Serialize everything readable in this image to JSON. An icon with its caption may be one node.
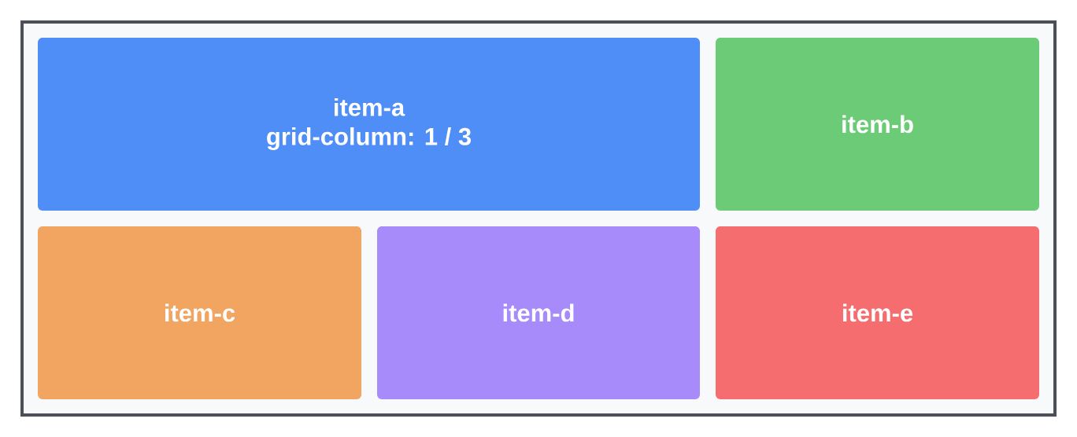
{
  "diagram": {
    "nodes": [
      {
        "text": [],
        "shape": "box"
      },
      {
        "text": [
          "item-a",
          "grid-column: 1 / 3"
        ],
        "in": 0
      },
      {
        "text": [
          "item-b"
        ],
        "in": 0
      },
      {
        "text": [
          "item-c"
        ],
        "in": 0
      },
      {
        "text": [
          "item-d"
        ],
        "in": 0
      },
      {
        "text": [
          "item-e"
        ],
        "in": 0
      }
    ]
  }
}
